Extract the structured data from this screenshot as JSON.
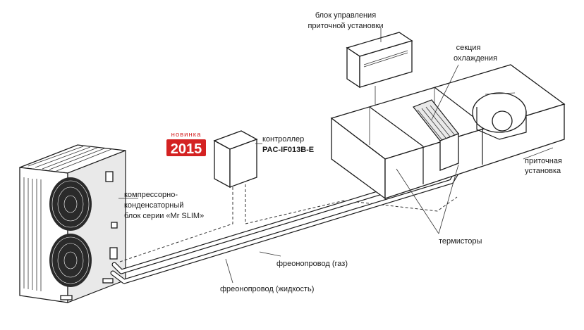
{
  "badge": {
    "label": "новинка",
    "year": "2015",
    "color": "#d42222"
  },
  "labels": {
    "control_unit_line1": "блок управления",
    "control_unit_line2": "приточной установки",
    "cooling_section_line1": "секция",
    "cooling_section_line2": "охлаждения",
    "controller_line1": "контроллер",
    "controller_model": "PAC-IF013B-E",
    "supply_unit_line1": "приточная",
    "supply_unit_line2": "установка",
    "outdoor_unit_line1": "компрессорно-",
    "outdoor_unit_line2": "конденсаторный",
    "outdoor_unit_line3": "блок серии «Mr SLIM»",
    "thermistors": "термисторы",
    "gas_pipe": "фреонопровод (газ)",
    "liquid_pipe": "фреонопровод (жидкость)"
  }
}
